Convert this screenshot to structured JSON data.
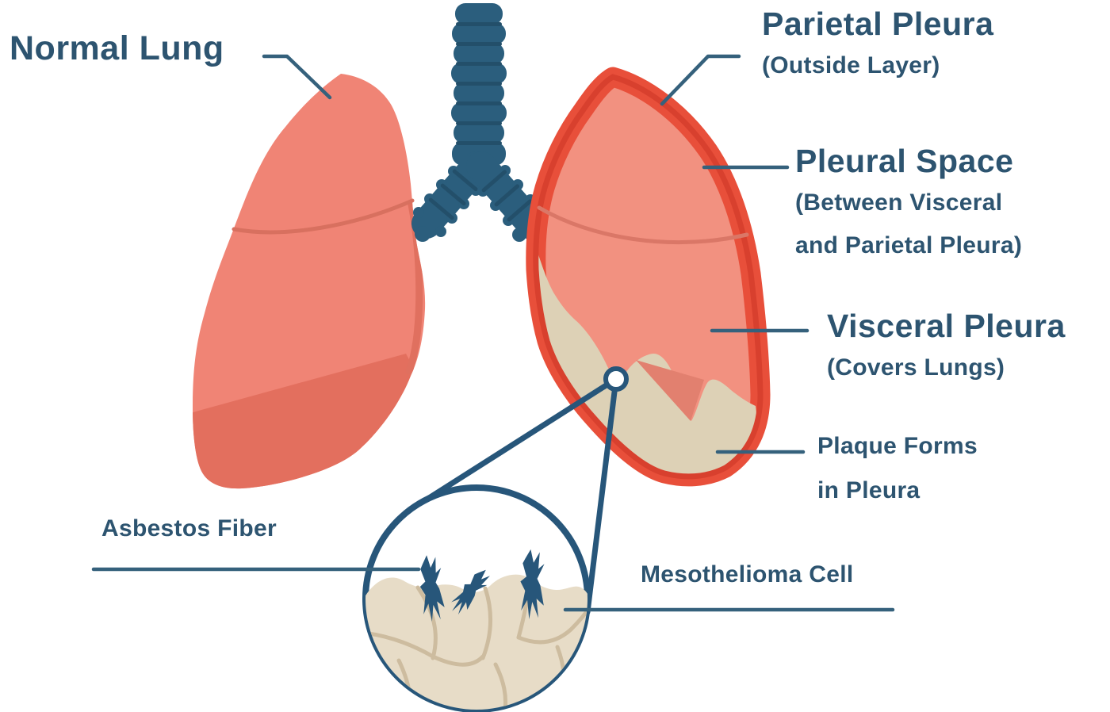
{
  "diagram": {
    "subject": "lung-pleura-mesothelioma-diagram",
    "labels": {
      "normal_lung": {
        "title": "Normal Lung"
      },
      "parietal_pleura": {
        "title": "Parietal Pleura",
        "subtitle": "(Outside Layer)"
      },
      "pleural_space": {
        "title": "Pleural Space",
        "subtitle_line1": "(Between Visceral",
        "subtitle_line2": "and Parietal Pleura)"
      },
      "visceral_pleura": {
        "title": "Visceral Pleura",
        "subtitle": "(Covers Lungs)"
      },
      "plaque": {
        "line1": "Plaque Forms",
        "line2": "in Pleura"
      },
      "asbestos_fiber": {
        "title": "Asbestos Fiber"
      },
      "mesothelioma_cell": {
        "title": "Mesothelioma Cell"
      }
    },
    "colors": {
      "text": "#2d5470",
      "leader_line": "#35617c",
      "trachea": "#2b5e7d",
      "trachea_ridge": "#234f6a",
      "normal_lung_fill": "#f08475",
      "normal_lung_shadow": "#e36f5e",
      "fissure_line": "#d8705f",
      "pleura_red": "#e84f3a",
      "pleura_red_dark": "#d8402e",
      "diseased_lung_fill": "#f29180",
      "plaque_beige": "#ddd1b6",
      "plaque_shadow": "#e2806f",
      "magnifier_blue": "#27567a",
      "cell_fill": "#e7dcc7",
      "cell_border": "#cdbc9f"
    }
  }
}
